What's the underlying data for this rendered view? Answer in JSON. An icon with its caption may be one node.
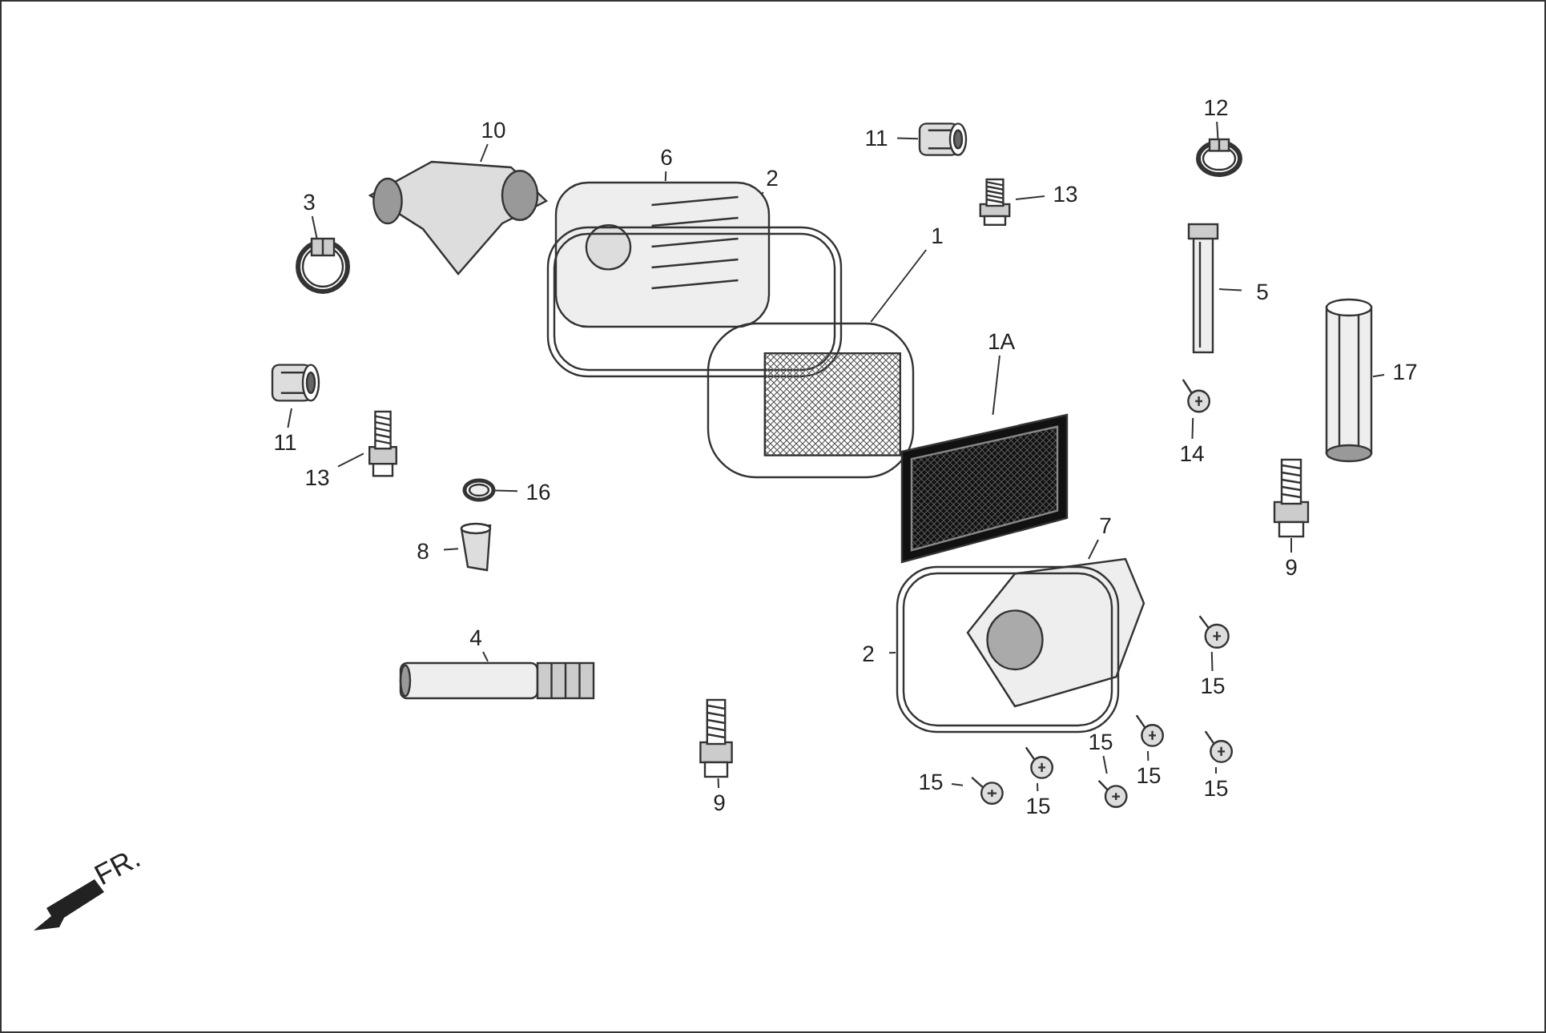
{
  "diagram": {
    "nodes": [
      {
        "text": [
          "10"
        ]
      },
      {
        "text": [
          "3"
        ]
      },
      {
        "text": [
          "6"
        ]
      },
      {
        "text": [
          "2"
        ]
      },
      {
        "text": [
          "11"
        ]
      },
      {
        "text": [
          "13"
        ]
      },
      {
        "text": [
          "12"
        ]
      },
      {
        "text": [
          "1"
        ]
      },
      {
        "text": [
          "5"
        ]
      },
      {
        "text": [
          "17"
        ]
      },
      {
        "text": [
          "1A"
        ]
      },
      {
        "text": [
          "14"
        ]
      },
      {
        "text": [
          "11"
        ]
      },
      {
        "text": [
          "13"
        ]
      },
      {
        "text": [
          "16"
        ]
      },
      {
        "text": [
          "8"
        ]
      },
      {
        "text": [
          "9"
        ]
      },
      {
        "text": [
          "7"
        ]
      },
      {
        "text": [
          "4"
        ]
      },
      {
        "text": [
          "2"
        ]
      },
      {
        "text": [
          "15"
        ]
      },
      {
        "text": [
          "9"
        ]
      },
      {
        "text": [
          "15"
        ]
      },
      {
        "text": [
          "15"
        ]
      },
      {
        "text": [
          "15"
        ]
      },
      {
        "text": [
          "15"
        ]
      },
      {
        "text": [
          "15"
        ]
      },
      {
        "text": [],
        "shape": "picture"
      },
      {
        "text": [],
        "shape": "picture"
      },
      {
        "text": [],
        "shape": "picture"
      },
      {
        "text": [],
        "shape": "picture"
      },
      {
        "text": [],
        "shape": "picture"
      },
      {
        "text": [],
        "shape": "picture"
      },
      {
        "text": [],
        "shape": "picture"
      },
      {
        "text": [],
        "shape": "picture"
      },
      {
        "text": [],
        "shape": "picture"
      },
      {
        "text": [],
        "shape": "picture"
      },
      {
        "text": [],
        "shape": "picture"
      },
      {
        "text": [],
        "shape": "picture"
      },
      {
        "text": [],
        "shape": "picture"
      },
      {
        "text": [],
        "shape": "picture"
      },
      {
        "text": [],
        "shape": "picture"
      },
      {
        "text": [],
        "shape": "picture"
      },
      {
        "text": [],
        "shape": "picture"
      },
      {
        "text": [],
        "shape": "picture"
      },
      {
        "text": [],
        "shape": "picture"
      },
      {
        "text": [],
        "shape": "picture"
      },
      {
        "text": [],
        "shape": "picture"
      },
      {
        "text": [],
        "shape": "picture"
      },
      {
        "text": [],
        "shape": "picture"
      },
      {
        "text": [],
        "shape": "picture"
      },
      {
        "text": [],
        "shape": "picture"
      },
      {
        "text": [],
        "shape": "picture"
      },
      {
        "text": [],
        "shape": "picture"
      }
    ],
    "edges": [
      {
        "from": 0,
        "to": 27,
        "arrow": "none"
      },
      {
        "from": 1,
        "to": 28,
        "arrow": "none"
      },
      {
        "from": 2,
        "to": 29,
        "arrow": "none"
      },
      {
        "from": 3,
        "to": 30,
        "arrow": "none"
      },
      {
        "from": 4,
        "to": 31,
        "arrow": "none"
      },
      {
        "from": 5,
        "to": 32,
        "arrow": "none"
      },
      {
        "from": 6,
        "to": 33,
        "arrow": "none"
      },
      {
        "from": 7,
        "to": 34,
        "arrow": "none"
      },
      {
        "from": 8,
        "to": 35,
        "arrow": "none"
      },
      {
        "from": 9,
        "to": 36,
        "arrow": "none"
      },
      {
        "from": 10,
        "to": 37,
        "arrow": "none"
      },
      {
        "from": 11,
        "to": 38,
        "arrow": "none"
      },
      {
        "from": 12,
        "to": 39,
        "arrow": "none"
      },
      {
        "from": 13,
        "to": 40,
        "arrow": "none"
      },
      {
        "from": 14,
        "to": 41,
        "arrow": "none"
      },
      {
        "from": 15,
        "to": 42,
        "arrow": "none"
      },
      {
        "from": 16,
        "to": 43,
        "arrow": "none"
      },
      {
        "from": 17,
        "to": 44,
        "arrow": "none"
      },
      {
        "from": 18,
        "to": 45,
        "arrow": "none"
      },
      {
        "from": 19,
        "to": 46,
        "arrow": "none"
      },
      {
        "from": 20,
        "to": 47,
        "arrow": "none"
      },
      {
        "from": 21,
        "to": 48,
        "arrow": "none"
      },
      {
        "from": 22,
        "to": 49,
        "arrow": "none"
      },
      {
        "from": 23,
        "to": 50,
        "arrow": "none"
      },
      {
        "from": 24,
        "to": 51,
        "arrow": "none"
      },
      {
        "from": 25,
        "to": 52,
        "arrow": "none"
      },
      {
        "from": 26,
        "to": 53,
        "arrow": "none"
      }
    ],
    "labels": [
      "FR."
    ]
  }
}
